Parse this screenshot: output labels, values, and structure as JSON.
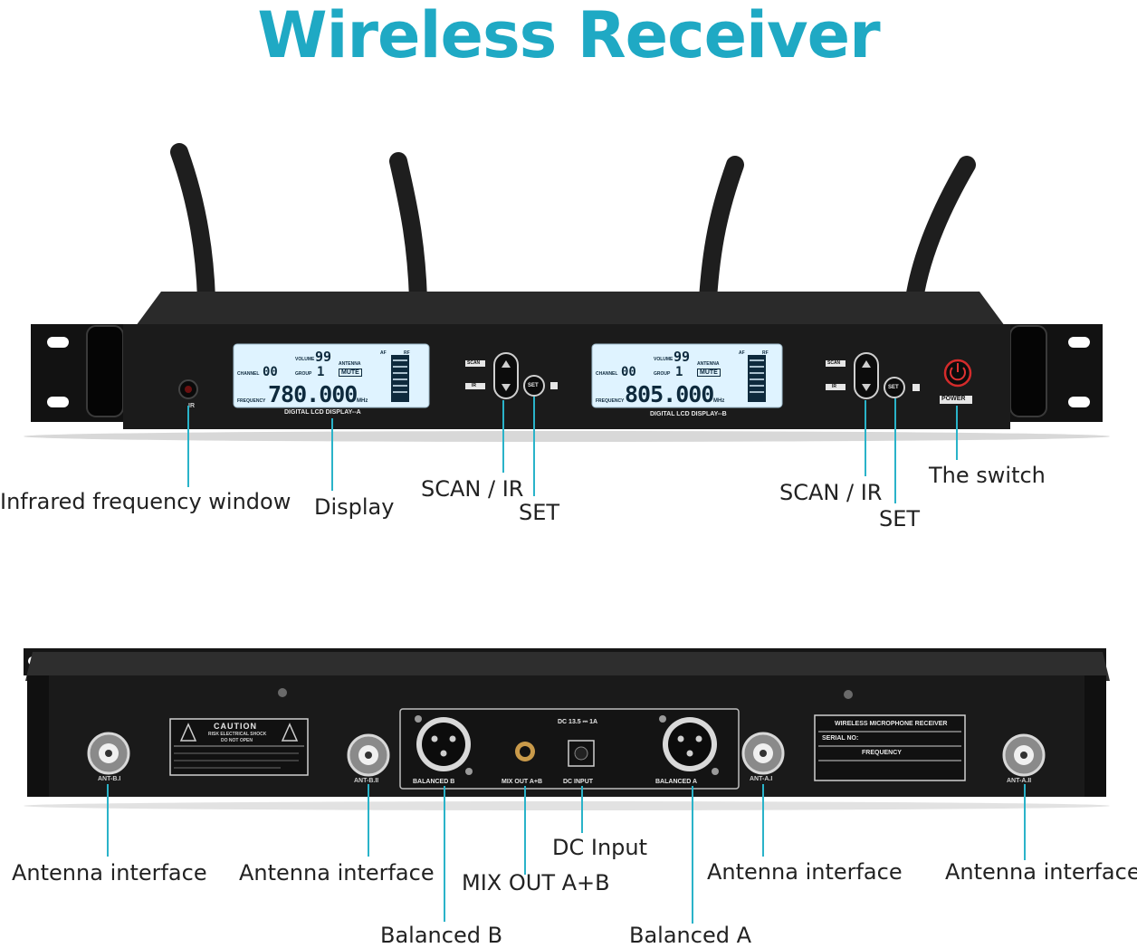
{
  "title": "Wireless Receiver",
  "colors": {
    "accent": "#1fa9c4",
    "leader": "#2ab3c9",
    "lcd": "#dff3ff",
    "chassis": "#1b1b1b"
  },
  "front": {
    "display_a": {
      "caption": "DIGITAL LCD DISPLAY--A",
      "volume": "99",
      "channel": "00",
      "group": "1",
      "frequency": "780.000",
      "unit": "MHz",
      "mute": "MUTE",
      "antenna": "ANTENNA",
      "af": "AF",
      "rf": "RF",
      "volume_lbl": "VOLUME",
      "channel_lbl": "CHANNEL",
      "group_lbl": "GROUP",
      "freq_lbl": "FREQUENCY"
    },
    "display_b": {
      "caption": "DIGITAL LCD DISPLAY--B",
      "volume": "99",
      "channel": "00",
      "group": "1",
      "frequency": "805.000",
      "unit": "MHz",
      "mute": "MUTE",
      "antenna": "ANTENNA",
      "af": "AF",
      "rf": "RF",
      "volume_lbl": "VOLUME",
      "channel_lbl": "CHANNEL",
      "group_lbl": "GROUP",
      "freq_lbl": "FREQUENCY"
    },
    "scan": "SCAN",
    "ir": "IR",
    "set": "SET",
    "power": "POWER",
    "ir_port": "IR",
    "callouts": {
      "infrared": "Infrared frequency window",
      "display": "Display",
      "scan_ir_1": "SCAN / IR",
      "set_1": "SET",
      "scan_ir_2": "SCAN / IR",
      "set_2": "SET",
      "switch": "The switch"
    }
  },
  "rear": {
    "caution_title": "CAUTION",
    "caution_sub1": "RISK ELECTRICAL SHOCK",
    "caution_sub2": "DO NOT OPEN",
    "ant_b1": "ANT-B.I",
    "ant_b2": "ANT-B.II",
    "ant_a1": "ANT-A.I",
    "ant_a2": "ANT-A.II",
    "balanced_b": "BALANCED B",
    "mix_out": "MIX OUT  A+B",
    "dc_input": "DC  INPUT",
    "dc_rating": "DC 13.5 ⎓ 1A",
    "balanced_a": "BALANCED A",
    "plate_title": "WIRELESS MICROPHONE RECEIVER",
    "plate_serial": "SERIAL NO:",
    "plate_freq": "FREQUENCY",
    "callouts": {
      "ant1": "Antenna interface",
      "ant2": "Antenna interface",
      "balanced_b": "Balanced B",
      "mix_out": "MIX OUT A+B",
      "dc_input": "DC Input",
      "balanced_a": "Balanced A",
      "ant3": "Antenna interface",
      "ant4": "Antenna interface"
    }
  }
}
